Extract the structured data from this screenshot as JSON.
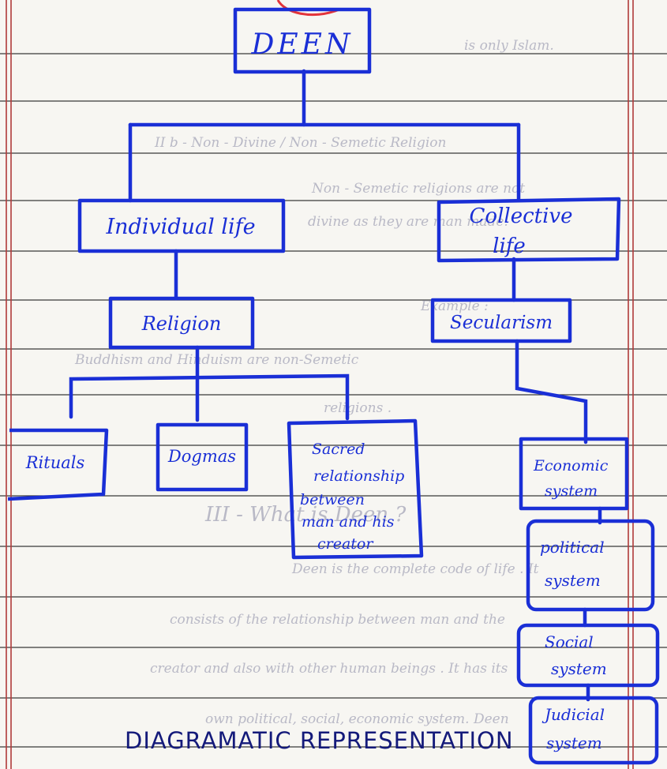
{
  "diagram": {
    "root": {
      "label": "DEEN"
    },
    "level1": [
      {
        "label": "Individual life"
      },
      {
        "label": "Collective life"
      }
    ],
    "level2": [
      {
        "label": "Religion"
      },
      {
        "label": "Secularism"
      }
    ],
    "religion_children": [
      {
        "label": "Rituals"
      },
      {
        "label": "Dogmas"
      },
      {
        "label": "Sacred relationship between man and his creator"
      }
    ],
    "secularism_children": [
      {
        "label": "Economic system"
      },
      {
        "label": "political system"
      },
      {
        "label": "Social system"
      },
      {
        "label": "Judicial system"
      }
    ],
    "caption": "DIAGRAMATIC REPRESENTATION"
  },
  "background_notes": [
    "is only Islam.",
    "II b - Non - Divine / Non - Semetic Religion",
    "Non - Semetic religions are not",
    "divine as they are man made.",
    "Example :",
    "Buddhism and Hinduism are non-Semetic",
    "religions .",
    "III - What is Deen ?",
    "Deen is the complete code of life . It",
    "consists of the relationship between man and the",
    "creator and also with other human beings . It has its",
    "own political, social, economic system. Deen"
  ],
  "colors": {
    "ink": "#1a2fd6",
    "ruled_line": "#3a3a3a",
    "margin_line": "#b03a3a",
    "faded_ink": "#b9b9c6",
    "paper": "#f7f6f2"
  }
}
